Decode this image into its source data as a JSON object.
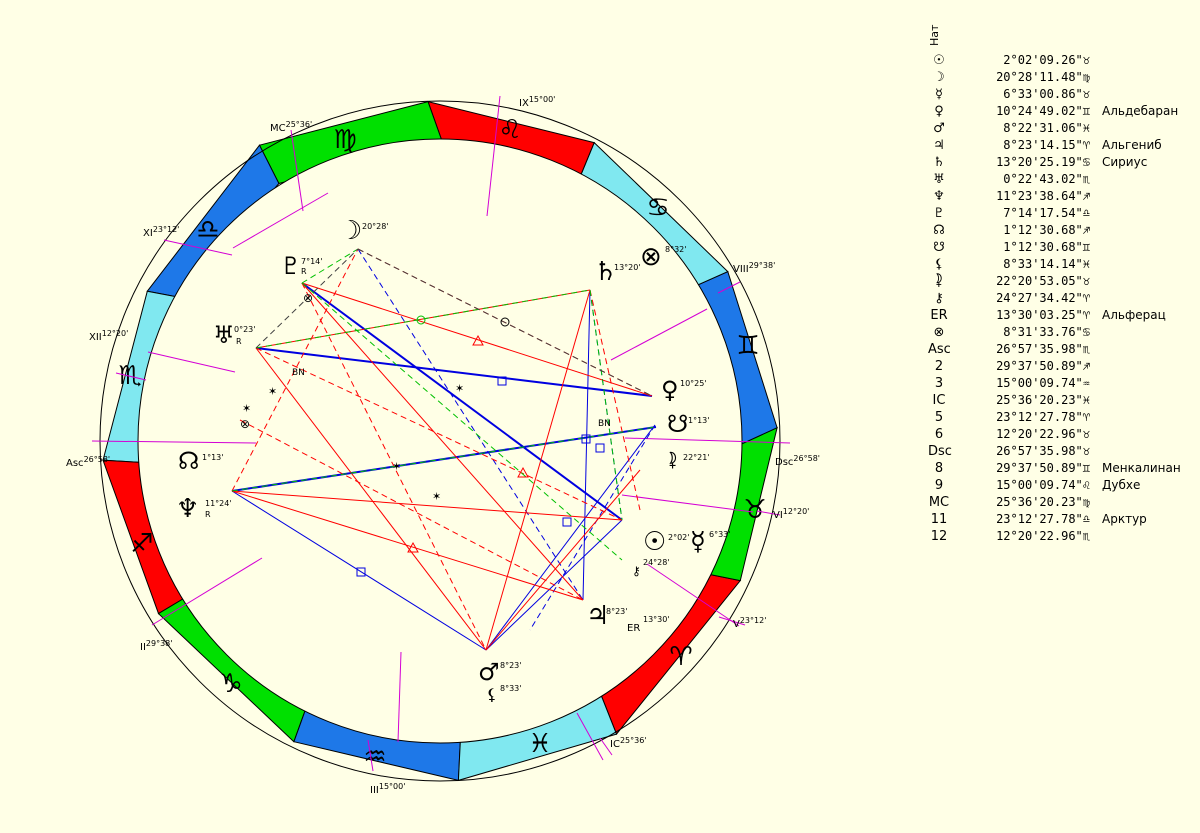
{
  "legend": {
    "header": "Нат",
    "rows": [
      {
        "symbol": "☉",
        "value": "2°02'09.26\"♉",
        "star": ""
      },
      {
        "symbol": "☽",
        "value": "20°28'11.48\"♍",
        "star": ""
      },
      {
        "symbol": "☿",
        "value": "6°33'00.86\"♉",
        "star": ""
      },
      {
        "symbol": "♀",
        "value": "10°24'49.02\"♊",
        "star": "Альдебаран"
      },
      {
        "symbol": "♂",
        "value": "8°22'31.06\"♓",
        "star": ""
      },
      {
        "symbol": "♃",
        "value": "8°23'14.15\"♈",
        "star": "Альгениб"
      },
      {
        "symbol": "♄",
        "value": "13°20'25.19\"♋",
        "star": "Сириус"
      },
      {
        "symbol": "♅",
        "value": "0°22'43.02\"♏",
        "star": ""
      },
      {
        "symbol": "♆",
        "value": "11°23'38.64\"♐",
        "star": ""
      },
      {
        "symbol": "♇",
        "value": "7°14'17.54\"♎",
        "star": ""
      },
      {
        "symbol": "☊",
        "value": "1°12'30.68\"♐",
        "star": ""
      },
      {
        "symbol": "☋",
        "value": "1°12'30.68\"♊",
        "star": ""
      },
      {
        "symbol": "⚸",
        "value": "8°33'14.14\"♓",
        "star": ""
      },
      {
        "symbol": "⯝",
        "value": "22°20'53.05\"♉",
        "star": ""
      },
      {
        "symbol": "⚷",
        "value": "24°27'34.42\"♈",
        "star": ""
      },
      {
        "symbol": "ER",
        "value": "13°30'03.25\"♈",
        "star": "Альферац"
      },
      {
        "symbol": "⊗",
        "value": "8°31'33.76\"♋",
        "star": ""
      },
      {
        "symbol": "Asc",
        "value": "26°57'35.98\"♏",
        "star": ""
      },
      {
        "symbol": "2",
        "value": "29°37'50.89\"♐",
        "star": ""
      },
      {
        "symbol": "3",
        "value": "15°00'09.74\"♒",
        "star": ""
      },
      {
        "symbol": "IC",
        "value": "25°36'20.23\"♓",
        "star": ""
      },
      {
        "symbol": "5",
        "value": "23°12'27.78\"♈",
        "star": ""
      },
      {
        "symbol": "6",
        "value": "12°20'22.96\"♉",
        "star": ""
      },
      {
        "symbol": "Dsc",
        "value": "26°57'35.98\"♉",
        "star": ""
      },
      {
        "symbol": "8",
        "value": "29°37'50.89\"♊",
        "star": "Менкалинан"
      },
      {
        "symbol": "9",
        "value": "15°00'09.74\"♌",
        "star": "Дубхе"
      },
      {
        "symbol": "MC",
        "value": "25°36'20.23\"♍",
        "star": ""
      },
      {
        "symbol": "11",
        "value": "23°12'27.78\"♎",
        "star": "Арктур"
      },
      {
        "symbol": "12",
        "value": "12°20'22.96\"♏",
        "star": ""
      }
    ]
  },
  "wheel": {
    "signs": [
      {
        "glyph": "♈",
        "color": "#ff0000"
      },
      {
        "glyph": "♉",
        "color": "#00e000"
      },
      {
        "glyph": "♊",
        "color": "#1e78e8"
      },
      {
        "glyph": "♋",
        "color": "#80e8f0"
      },
      {
        "glyph": "♌",
        "color": "#ff0000"
      },
      {
        "glyph": "♍",
        "color": "#00e000"
      },
      {
        "glyph": "♎",
        "color": "#1e78e8"
      },
      {
        "glyph": "♏",
        "color": "#80e8f0"
      },
      {
        "glyph": "♐",
        "color": "#ff0000"
      },
      {
        "glyph": "♑",
        "color": "#00e000"
      },
      {
        "glyph": "♒",
        "color": "#1e78e8"
      },
      {
        "glyph": "♓",
        "color": "#80e8f0"
      }
    ],
    "cusps": [
      {
        "label": "Asc",
        "deg": "26°58'"
      },
      {
        "label": "II",
        "deg": "29°38'"
      },
      {
        "label": "III",
        "deg": "15°00'"
      },
      {
        "label": "IC",
        "deg": "25°36'"
      },
      {
        "label": "V",
        "deg": "23°12'"
      },
      {
        "label": "VI",
        "deg": "12°20'"
      },
      {
        "label": "Dsc",
        "deg": "26°58'"
      },
      {
        "label": "VIII",
        "deg": "29°38'"
      },
      {
        "label": "IX",
        "deg": "15°00'"
      },
      {
        "label": "MC",
        "deg": "25°36'"
      },
      {
        "label": "XI",
        "deg": "23°12'"
      },
      {
        "label": "XII",
        "deg": "12°20'"
      }
    ],
    "planets": [
      {
        "name": "sun",
        "glyph": "☉",
        "deg": "2°02'",
        "retro": ""
      },
      {
        "name": "moon",
        "glyph": "☽",
        "deg": "20°28'",
        "retro": ""
      },
      {
        "name": "mercury",
        "glyph": "☿",
        "deg": "6°33'",
        "retro": ""
      },
      {
        "name": "venus",
        "glyph": "♀",
        "deg": "10°25'",
        "retro": ""
      },
      {
        "name": "mars",
        "glyph": "♂",
        "deg": "8°23'",
        "retro": ""
      },
      {
        "name": "jupiter",
        "glyph": "♃",
        "deg": "8°23'",
        "retro": ""
      },
      {
        "name": "saturn",
        "glyph": "♄",
        "deg": "13°20'",
        "retro": ""
      },
      {
        "name": "uranus",
        "glyph": "♅",
        "deg": "0°23'",
        "retro": "R"
      },
      {
        "name": "neptune",
        "glyph": "♆",
        "deg": "11°24'",
        "retro": "R"
      },
      {
        "name": "pluto",
        "glyph": "♇",
        "deg": "7°14'",
        "retro": "R"
      },
      {
        "name": "north-node",
        "glyph": "☊",
        "deg": "1°13'",
        "retro": ""
      },
      {
        "name": "south-node",
        "glyph": "☋",
        "deg": "1°13'",
        "retro": ""
      },
      {
        "name": "lilith",
        "glyph": "⚸",
        "deg": "8°33'",
        "retro": ""
      },
      {
        "name": "proserpina",
        "glyph": "⯝",
        "deg": "22°21'",
        "retro": ""
      },
      {
        "name": "chiron",
        "glyph": "⚷",
        "deg": "24°28'",
        "retro": ""
      },
      {
        "name": "er",
        "glyph": "ER",
        "deg": "13°30'",
        "retro": ""
      },
      {
        "name": "fortune",
        "glyph": "⊗",
        "deg": "8°32'",
        "retro": ""
      }
    ],
    "markers": {
      "bn1": "BN",
      "bn2": "BN"
    }
  }
}
